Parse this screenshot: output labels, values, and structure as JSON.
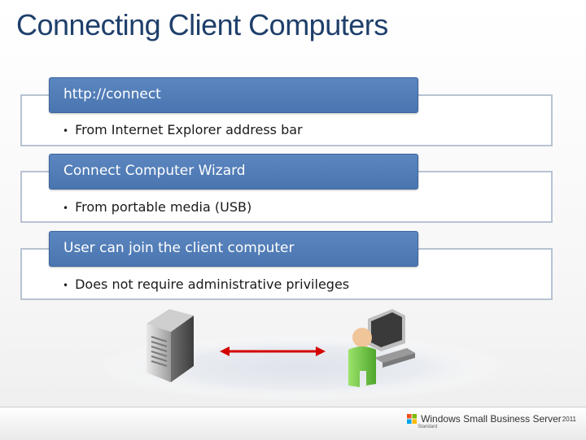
{
  "slide": {
    "title": "Connecting Client Computers",
    "sections": [
      {
        "header": "http://connect",
        "bullet": "From Internet Explorer address bar"
      },
      {
        "header": "Connect Computer Wizard",
        "bullet": "From portable media (USB)"
      },
      {
        "header": "User can join the client computer",
        "bullet": "Does not require administrative privileges"
      }
    ],
    "bullet_char": "•"
  },
  "diagram": {
    "left_icon": "server-icon",
    "right_icon": "user-computer-icon",
    "arrow_color": "#d40000"
  },
  "footer": {
    "logo_text": "Windows Small Business Server",
    "logo_year": "2011",
    "logo_edition": "Standard"
  },
  "colors": {
    "title": "#1f3f6b",
    "header_fill": "#4f7cb8",
    "box_border": "#b7c3d3"
  }
}
